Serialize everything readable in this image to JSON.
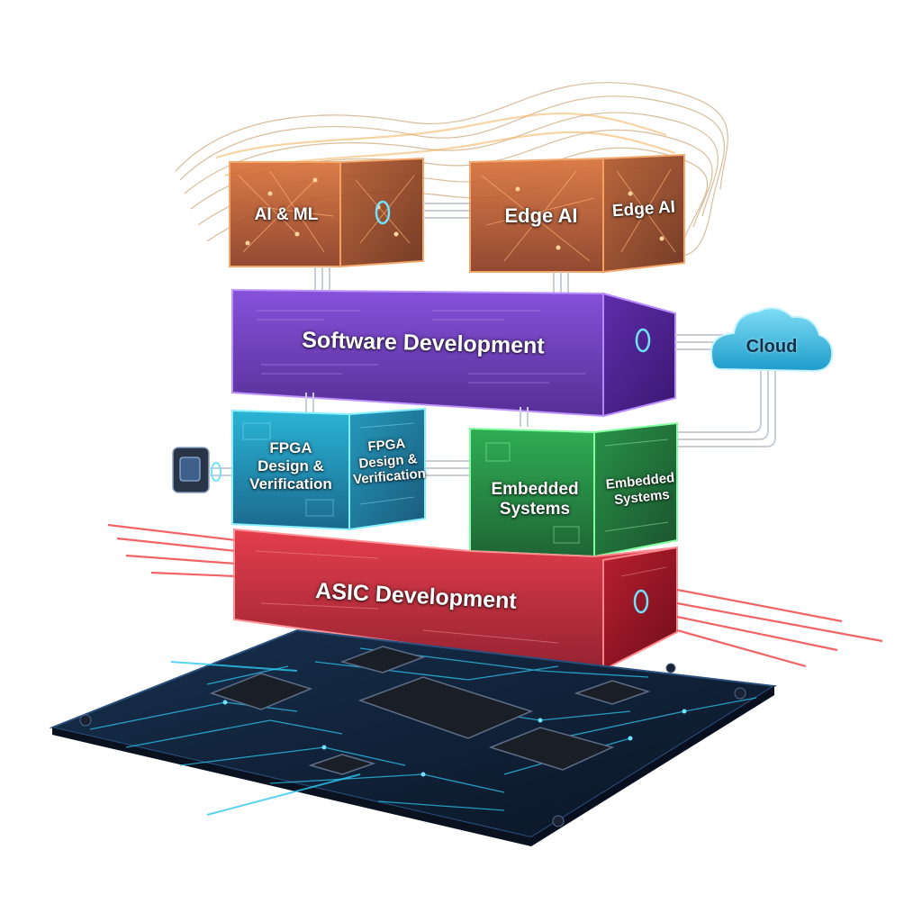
{
  "colors": {
    "ai_orange": "#E8823A",
    "software_purple": "#7A3DD6",
    "fpga_cyan": "#19C4E6",
    "embedded_green": "#22C24A",
    "asic_red": "#E8283C",
    "cloud_blue": "#4FC9EA",
    "pcb_navy": "#0F1E33",
    "trace_cyan": "#2FC8F0"
  },
  "icons": [
    "cloud-icon",
    "sensor-device-icon",
    "microchip-icon"
  ],
  "layers": {
    "ai_ml": {
      "label": "AI & ML"
    },
    "edge_ai_front": {
      "label": "Edge AI"
    },
    "edge_ai_side": {
      "label": "Edge AI"
    },
    "software": {
      "label": "Software Development"
    },
    "cloud": {
      "label": "Cloud"
    },
    "fpga_front": {
      "label_lines": [
        "FPGA",
        "Design &",
        "Verification"
      ]
    },
    "fpga_side": {
      "label_lines": [
        "FPGA",
        "Design &",
        "Verification"
      ]
    },
    "embedded_front": {
      "label_lines": [
        "Embedded",
        "Systems"
      ]
    },
    "embedded_side": {
      "label_lines": [
        "Embedded",
        "Systems"
      ]
    },
    "asic": {
      "label": "ASIC Development"
    }
  }
}
